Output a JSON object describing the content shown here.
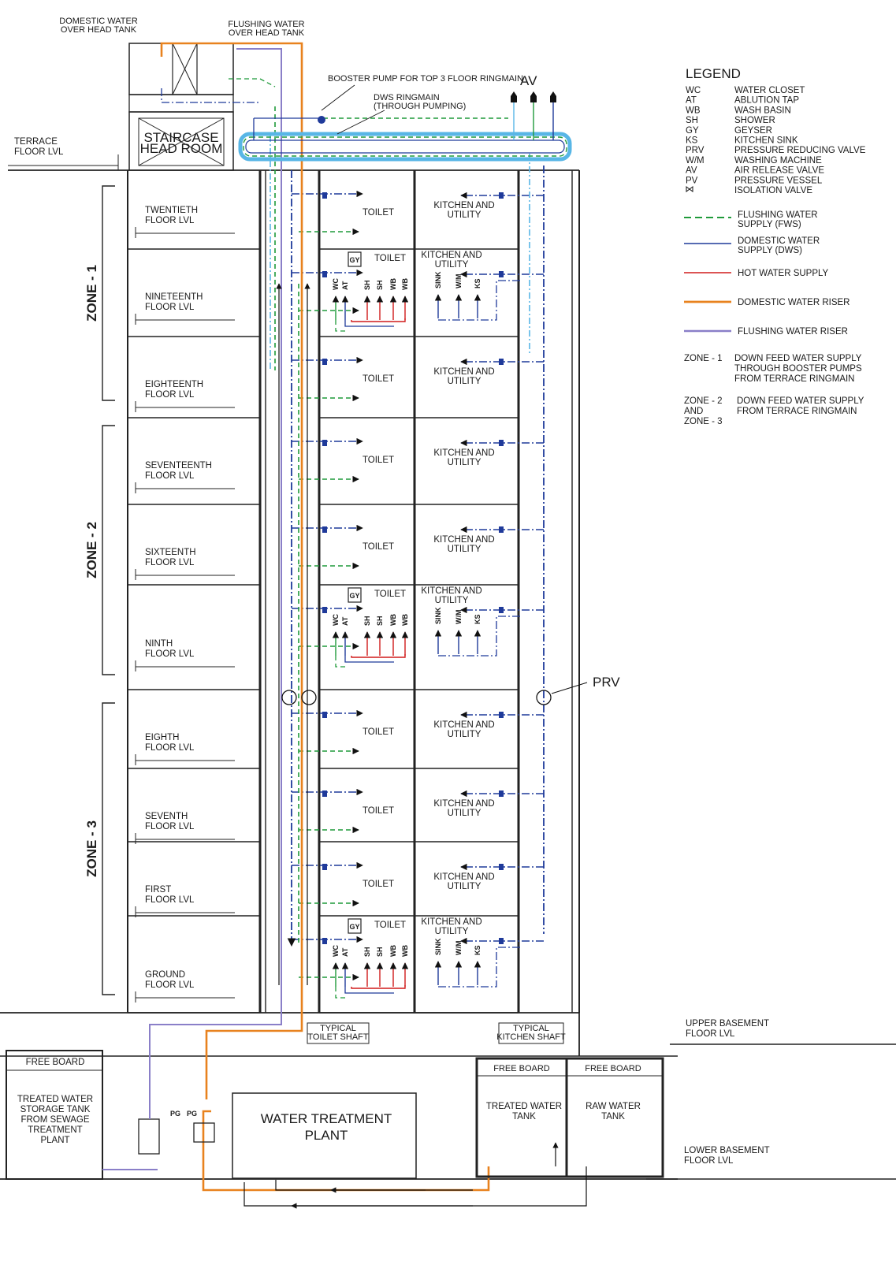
{
  "colors": {
    "flushing_supply": "#1f9a3a",
    "domestic_supply": "#1f3a9a",
    "hot_water": "#d01b1b",
    "domestic_riser": "#e8821e",
    "flushing_riser": "#8a7fc8",
    "ringmain_glow": "#58b6e6",
    "wall": "#222222"
  },
  "top": {
    "domestic_tank": "DOMESTIC WATER\nOVER HEAD TANK",
    "flushing_tank": "FLUSHING WATER\nOVER HEAD TANK",
    "booster_pump": "BOOSTER PUMP FOR TOP 3 FLOOR RINGMAIN",
    "dws_ringmain": "DWS RINGMAIN\n(THROUGH PUMPING)",
    "av": "AV",
    "staircase": "STAIRCASE\nHEAD ROOM",
    "terrace": "TERRACE\nFLOOR LVL"
  },
  "zones": [
    "ZONE - 1",
    "ZONE - 2",
    "ZONE - 3"
  ],
  "floors": [
    {
      "label": "TWENTIETH\nFLOOR LVL",
      "toilet": "TOILET",
      "kitchen": "KITCHEN AND\nUTILITY"
    },
    {
      "label": "NINETEENTH\nFLOOR LVL",
      "toilet": "TOILET",
      "kitchen": "KITCHEN AND\nUTILITY",
      "fixtures": true
    },
    {
      "label": "EIGHTEENTH\nFLOOR LVL",
      "toilet": "TOILET",
      "kitchen": "KITCHEN AND\nUTILITY"
    },
    {
      "label": "SEVENTEENTH\nFLOOR LVL",
      "toilet": "TOILET",
      "kitchen": "KITCHEN AND\nUTILITY"
    },
    {
      "label": "SIXTEENTH\nFLOOR LVL",
      "toilet": "TOILET",
      "kitchen": "KITCHEN AND\nUTILITY"
    },
    {
      "label": "NINTH\nFLOOR LVL",
      "toilet": "TOILET",
      "kitchen": "KITCHEN AND\nUTILITY",
      "fixtures": true
    },
    {
      "label": "EIGHTH\nFLOOR LVL",
      "toilet": "TOILET",
      "kitchen": "KITCHEN AND\nUTILITY"
    },
    {
      "label": "SEVENTH\nFLOOR LVL",
      "toilet": "TOILET",
      "kitchen": "KITCHEN AND\nUTILITY"
    },
    {
      "label": "FIRST\nFLOOR LVL",
      "toilet": "TOILET",
      "kitchen": "KITCHEN AND\nUTILITY"
    },
    {
      "label": "GROUND\nFLOOR LVL",
      "toilet": "TOILET",
      "kitchen": "KITCHEN AND\nUTILITY",
      "fixtures": true
    }
  ],
  "fixture_tags": {
    "toilet": [
      "WC",
      "AT",
      "SH",
      "SH",
      "WB",
      "WB"
    ],
    "kitchen": [
      "SINK",
      "W/M",
      "KS"
    ],
    "geyser": "GY"
  },
  "prv": "PRV",
  "shafts": {
    "toilet": "TYPICAL\nTOILET SHAFT",
    "kitchen": "TYPICAL\nKITCHEN SHAFT"
  },
  "basement": {
    "upper": "UPPER BASEMENT\nFLOOR LVL",
    "lower": "LOWER BASEMENT\nFLOOR LVL",
    "free_board": "FREE BOARD",
    "stp_tank": "TREATED WATER\nSTORAGE TANK\nFROM SEWAGE\nTREATMENT\nPLANT",
    "wtp_title": "WATER TREATMENT",
    "wtp_sub": "PLANT",
    "treated_tank": "TREATED WATER\nTANK",
    "raw_tank": "RAW WATER\nTANK",
    "pg": "PG"
  },
  "legend": {
    "title": "LEGEND",
    "abbreviations": [
      {
        "code": "WC",
        "desc": "WATER CLOSET"
      },
      {
        "code": "AT",
        "desc": "ABLUTION TAP"
      },
      {
        "code": "WB",
        "desc": "WASH BASIN"
      },
      {
        "code": "SH",
        "desc": "SHOWER"
      },
      {
        "code": "GY",
        "desc": "GEYSER"
      },
      {
        "code": "KS",
        "desc": "KITCHEN SINK"
      },
      {
        "code": "PRV",
        "desc": "PRESSURE REDUCING VALVE"
      },
      {
        "code": "W/M",
        "desc": "WASHING MACHINE"
      },
      {
        "code": "AV",
        "desc": "AIR RELEASE VALVE"
      },
      {
        "code": "PV",
        "desc": "PRESSURE VESSEL"
      },
      {
        "code": "",
        "desc": "ISOLATION VALVE"
      }
    ],
    "lines": [
      {
        "label": "FLUSHING WATER\nSUPPLY (FWS)",
        "style": "flushing_supply"
      },
      {
        "label": "DOMESTIC WATER\nSUPPLY (DWS)",
        "style": "domestic_supply"
      },
      {
        "label": "HOT WATER SUPPLY",
        "style": "hot_water"
      },
      {
        "label": "DOMESTIC WATER RISER",
        "style": "domestic_riser"
      },
      {
        "label": "FLUSHING WATER RISER",
        "style": "flushing_riser"
      }
    ],
    "zone_notes": [
      {
        "zone": "ZONE - 1",
        "desc": "DOWN FEED WATER SUPPLY\nTHROUGH BOOSTER PUMPS\nFROM TERRACE RINGMAIN"
      },
      {
        "zone": "ZONE - 2\nAND\nZONE - 3",
        "desc": "DOWN FEED WATER SUPPLY\nFROM TERRACE RINGMAIN"
      }
    ]
  }
}
